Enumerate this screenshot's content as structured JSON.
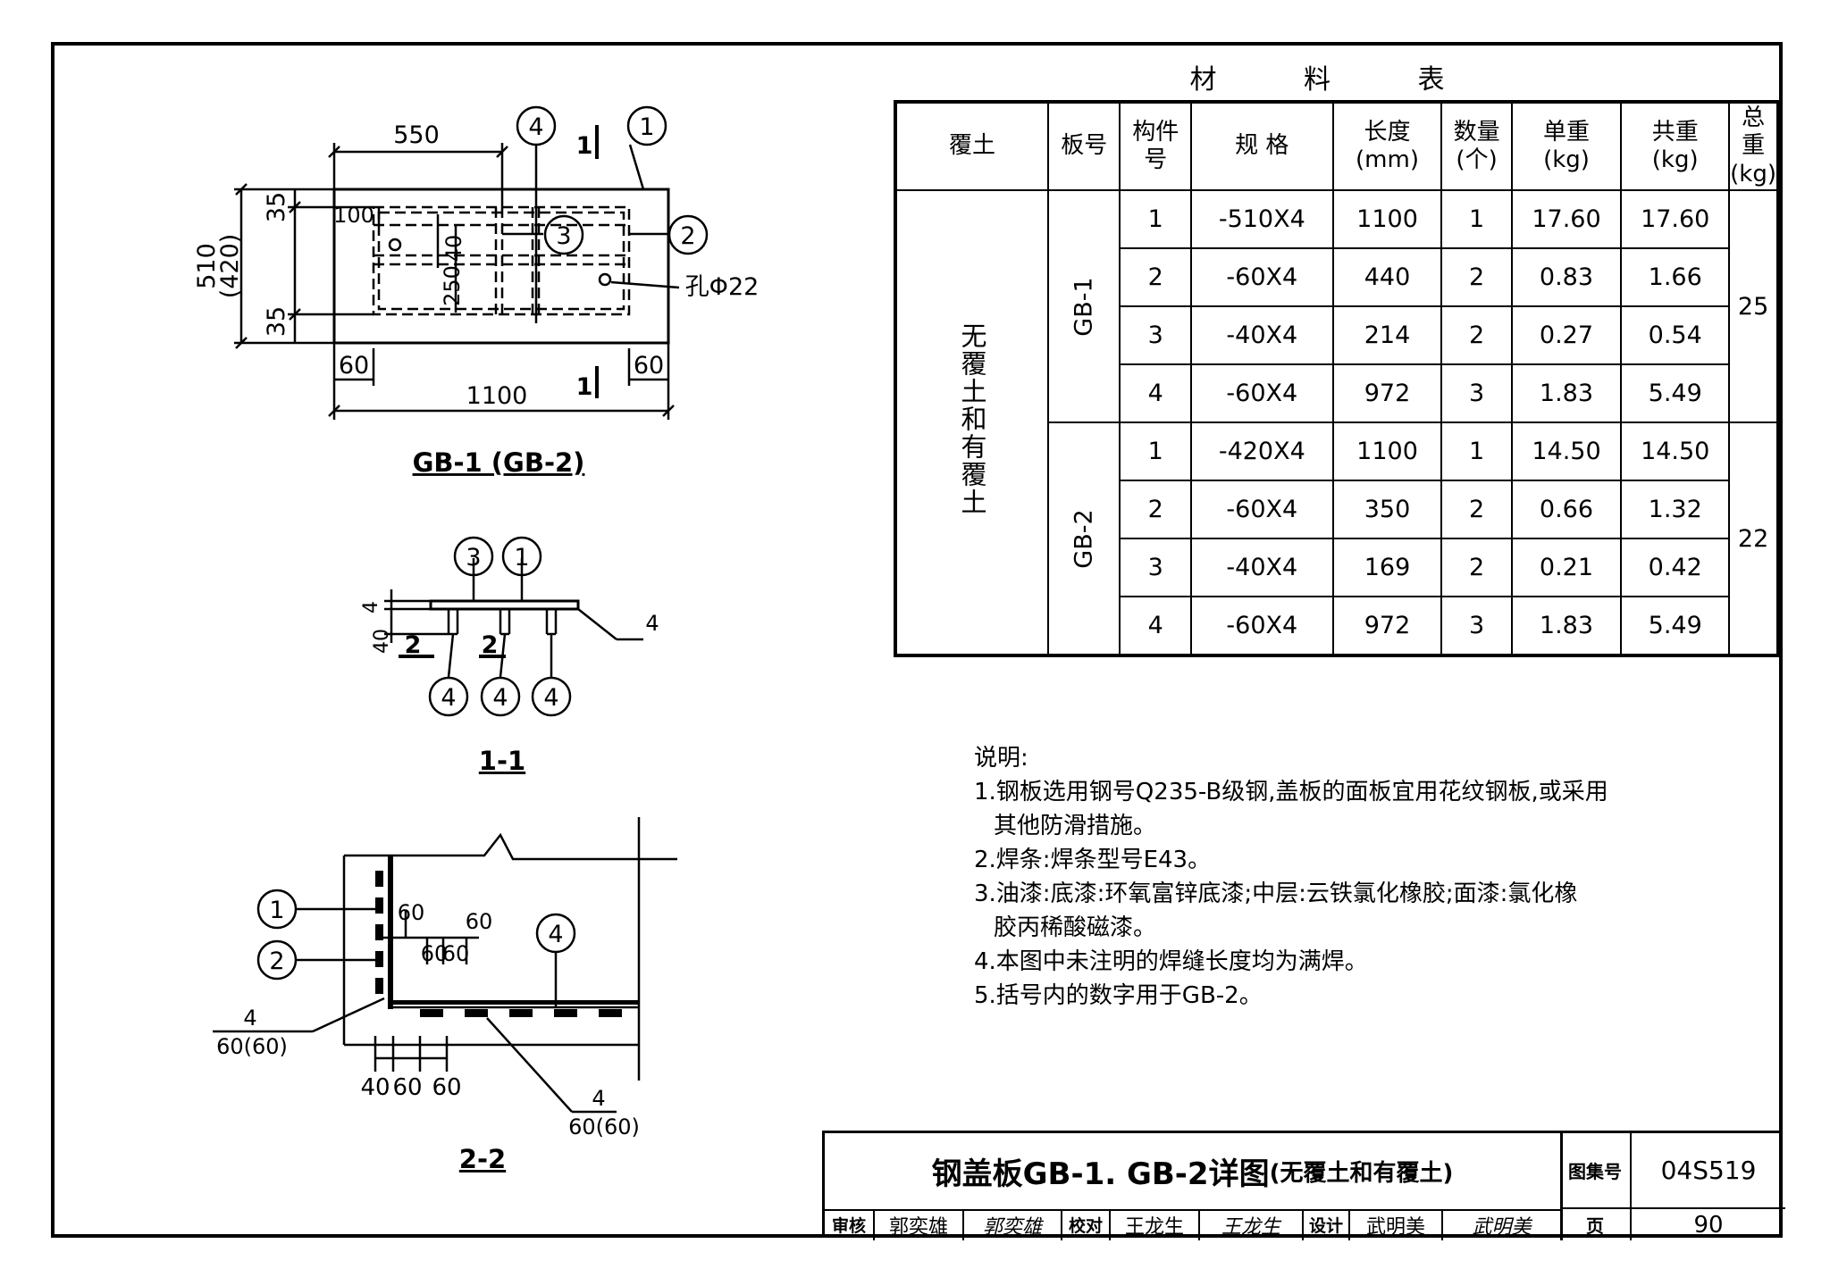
{
  "drawings": {
    "plan": {
      "title": "GB-1 (GB-2)",
      "dims": {
        "d550": "550",
        "d1100": "1100",
        "d60a": "60",
        "d60b": "60",
        "d35a": "35",
        "d35b": "35",
        "d510": "510",
        "d420": "(420)",
        "d100": "100",
        "d40": "40",
        "d250": "250"
      },
      "hole": "孔Φ22",
      "section_mark": "1",
      "callouts": [
        "1",
        "2",
        "3",
        "4"
      ]
    },
    "section11": {
      "title": "1-1",
      "dims": {
        "d4": "4",
        "d40": "40"
      },
      "weld": "4",
      "cut_label": "2",
      "callouts_top": [
        "3",
        "1"
      ],
      "callouts_bottom": [
        "4",
        "4",
        "4"
      ]
    },
    "section22": {
      "title": "2-2",
      "dims": {
        "d60a": "60",
        "d60b": "60",
        "d60c": "60",
        "d60d": "60",
        "b40": "40",
        "b60a": "60",
        "b60b": "60"
      },
      "weld_left": {
        "size": "4",
        "len": "60(60)"
      },
      "weld_right": {
        "size": "4",
        "len": "60(60)"
      },
      "callouts": [
        "1",
        "2",
        "4"
      ]
    }
  },
  "material_table": {
    "title": "材 料 表",
    "headers": [
      "覆土",
      "板号",
      "构件号",
      "规  格",
      "长度\n(mm)",
      "数量\n(个)",
      "单重\n(kg)",
      "共重\n(kg)",
      "总重\n(kg)"
    ],
    "cover": "无覆土和有覆土",
    "groups": [
      {
        "board": "GB-1",
        "total": "25",
        "rows": [
          [
            "1",
            "-510X4",
            "1100",
            "1",
            "17.60",
            "17.60"
          ],
          [
            "2",
            "-60X4",
            "440",
            "2",
            "0.83",
            "1.66"
          ],
          [
            "3",
            "-40X4",
            "214",
            "2",
            "0.27",
            "0.54"
          ],
          [
            "4",
            "-60X4",
            "972",
            "3",
            "1.83",
            "5.49"
          ]
        ]
      },
      {
        "board": "GB-2",
        "total": "22",
        "rows": [
          [
            "1",
            "-420X4",
            "1100",
            "1",
            "14.50",
            "14.50"
          ],
          [
            "2",
            "-60X4",
            "350",
            "2",
            "0.66",
            "1.32"
          ],
          [
            "3",
            "-40X4",
            "169",
            "2",
            "0.21",
            "0.42"
          ],
          [
            "4",
            "-60X4",
            "972",
            "3",
            "1.83",
            "5.49"
          ]
        ]
      }
    ]
  },
  "notes": {
    "heading": "说明:",
    "lines": [
      "1.钢板选用钢号Q235-B级钢,盖板的面板宜用花纹钢板,或采用",
      "  其他防滑措施。",
      "2.焊条:焊条型号E43。",
      "3.油漆:底漆:环氧富锌底漆;中层:云铁氯化橡胶;面漆:氯化橡",
      "  胶丙稀酸磁漆。",
      "4.本图中未注明的焊缝长度均为满焊。",
      "5.括号内的数字用于GB-2。"
    ]
  },
  "title_block": {
    "title_main": "钢盖板GB-1. GB-2详图",
    "title_sub": "(无覆土和有覆土)",
    "atlas_label": "图集号",
    "atlas_no": "04S519",
    "page_label": "页",
    "page_no": "90",
    "review_label": "审核",
    "reviewer": "郭奕雄",
    "check_label": "校对",
    "checker": "王龙生",
    "design_label": "设计",
    "designer": "武明美"
  }
}
